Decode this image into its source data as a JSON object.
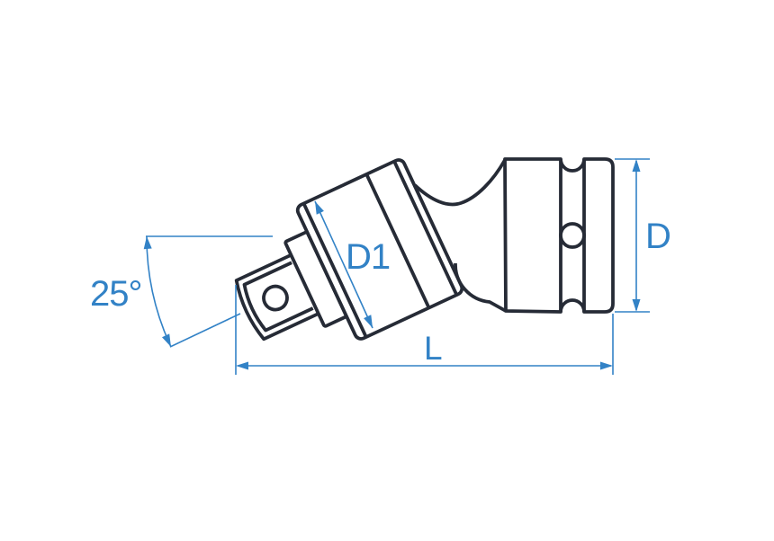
{
  "diagram": {
    "type": "technical-drawing",
    "labels": {
      "angle": "25°",
      "head_diameter": "D1",
      "drive_diameter": "D",
      "overall_length": "L"
    },
    "colors": {
      "background": "#ffffff",
      "outline": "#262b36",
      "dimension": "#3282c6"
    }
  }
}
